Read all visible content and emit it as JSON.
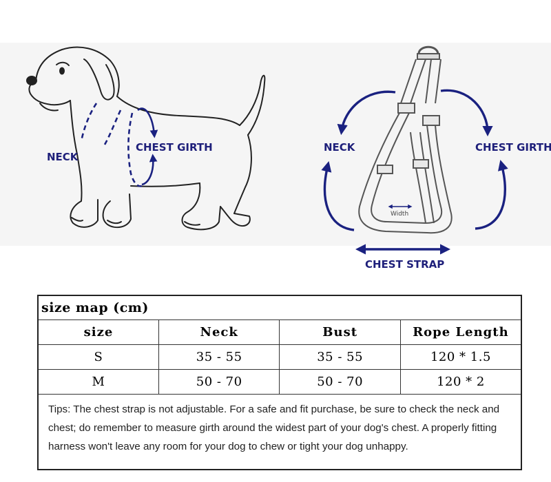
{
  "diagram": {
    "dog_labels": {
      "neck": "NECK",
      "chest_girth": "CHEST GIRTH"
    },
    "harness_labels": {
      "neck": "NECK",
      "chest_girth": "CHEST GIRTH",
      "chest_strap": "CHEST STRAP",
      "width": "Width"
    },
    "colors": {
      "arrow": "#1a2180",
      "outline": "#222222",
      "label": "#1e1f7a"
    }
  },
  "table": {
    "title": "size map (cm)",
    "headers": [
      "size",
      "Neck",
      "Bust",
      "Rope Length"
    ],
    "rows": [
      [
        "S",
        "35 - 55",
        "35 - 55",
        "120 * 1.5"
      ],
      [
        "M",
        "50 - 70",
        "50 - 70",
        "120 * 2"
      ]
    ],
    "tips": "Tips: The chest strap is not adjustable. For a safe and fit purchase, be sure to check the neck and chest; do remember to measure girth around the widest part of your dog's chest. A properly fitting harness won't leave any room for your dog to chew or tight your dog unhappy."
  }
}
